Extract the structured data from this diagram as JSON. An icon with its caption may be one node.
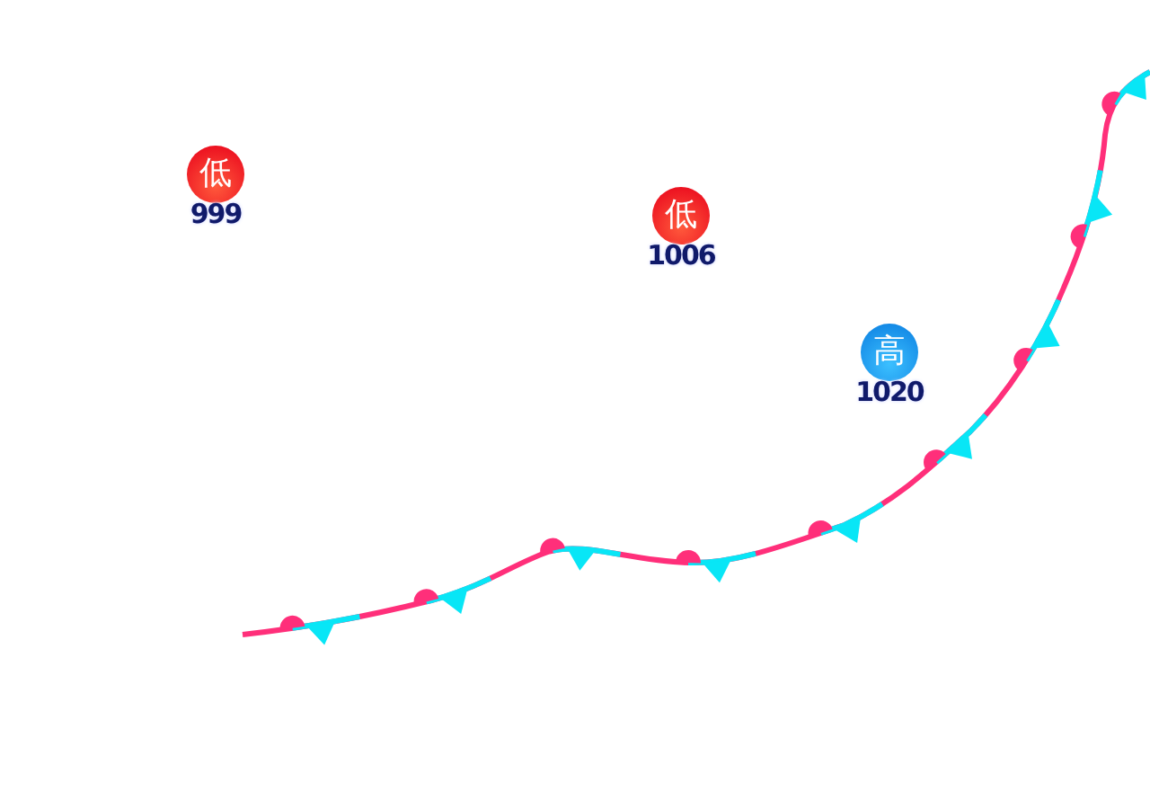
{
  "diagram": {
    "nodes": [
      {
        "text": [
          "低"
        ],
        "beside": [
          "999"
        ]
      },
      {
        "text": [
          "低"
        ],
        "beside": [
          "1006"
        ]
      },
      {
        "text": [
          "高"
        ],
        "beside": [
          "1020"
        ]
      }
    ]
  }
}
